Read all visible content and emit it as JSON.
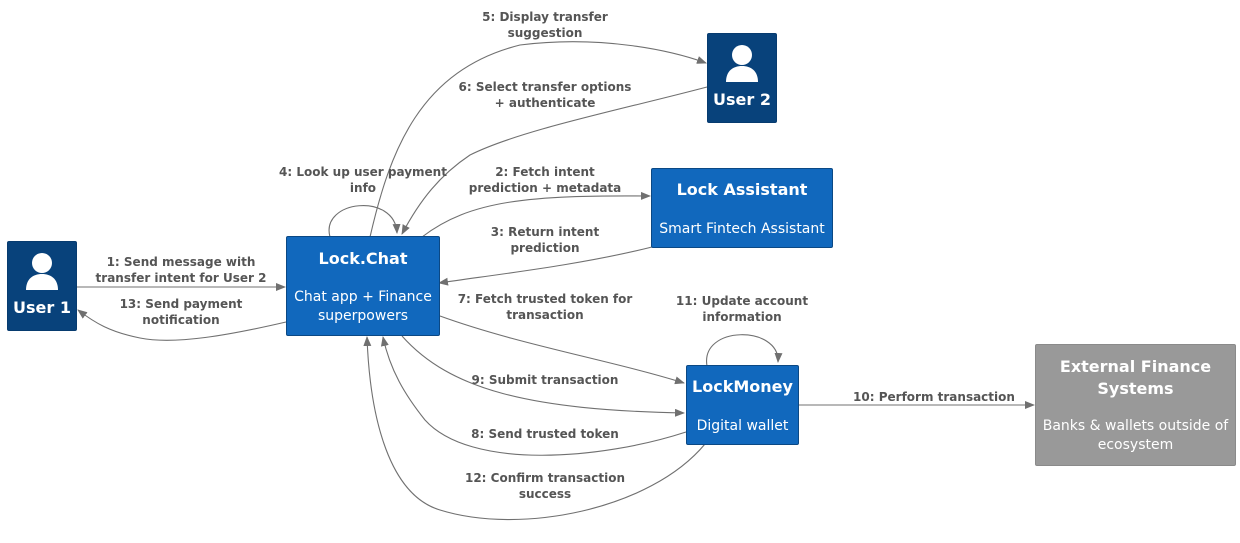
{
  "nodes": {
    "user1": {
      "title": "User 1",
      "kind": "person"
    },
    "user2": {
      "title": "User 2",
      "kind": "person"
    },
    "lockchat": {
      "title": "Lock.Chat",
      "description": "Chat app + Finance\nsuperpowers"
    },
    "assistant": {
      "title": "Lock Assistant",
      "description": "Smart Fintech Assistant"
    },
    "lockmoney": {
      "title": "LockMoney",
      "description": "Digital wallet"
    },
    "external": {
      "title": "External Finance\nSystems",
      "description": "Banks & wallets outside of\necosystem"
    }
  },
  "edges": {
    "e1": "1: Send message with\ntransfer intent for User 2",
    "e2": "2: Fetch intent\nprediction + metadata",
    "e3": "3: Return intent\nprediction",
    "e4": "4: Look up user payment\ninfo",
    "e5": "5: Display transfer\nsuggestion",
    "e6": "6: Select transfer options\n+ authenticate",
    "e7": "7: Fetch trusted token for\ntransaction",
    "e8": "8: Send trusted token",
    "e9": "9: Submit transaction",
    "e10": "10: Perform transaction",
    "e11": "11: Update account\ninformation",
    "e12": "12: Confirm transaction\nsuccess",
    "e13": "13: Send payment\nnotification"
  },
  "colors": {
    "person": "#08427b",
    "system": "#1168bd",
    "external": "#999999",
    "edge": "#707070",
    "edge_label": "#555555"
  }
}
